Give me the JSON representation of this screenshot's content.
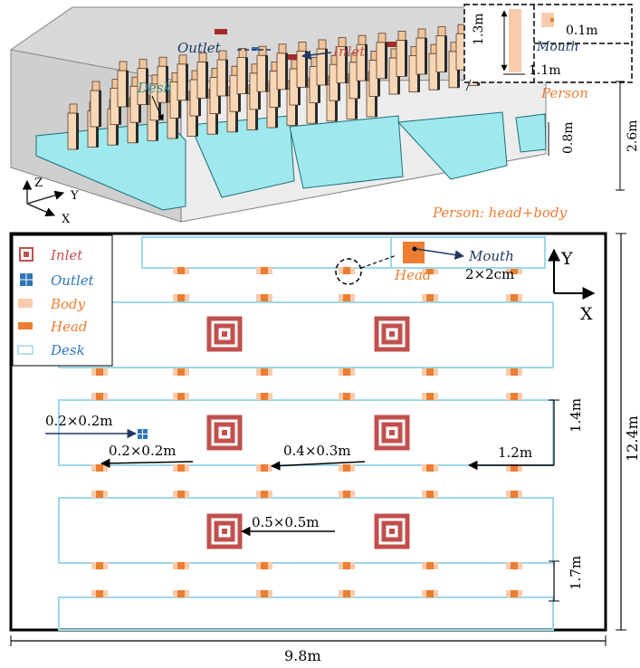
{
  "top_view": {
    "outlet_label": "Outlet",
    "inlet_label": "Inlet",
    "desk_label": "Desk",
    "person_label": "Person",
    "person_caption": "Person: head+body",
    "mouth_label": "Mouth",
    "dim_mouth": "0.1m",
    "dim_person_height": "1.3m",
    "dim_person_width": "1.1m",
    "dim_desk_height": "0.8m",
    "dim_room_height": "2.6m",
    "axis_z": "Z",
    "axis_y": "Y",
    "axis_x": "X"
  },
  "plan_view": {
    "legend": [
      {
        "label": "Inlet",
        "color": "#c0504d",
        "icon": "inlet-icon"
      },
      {
        "label": "Outlet",
        "color": "#2e75b6",
        "icon": "outlet-icon"
      },
      {
        "label": "Body",
        "color": "#f8cbad",
        "icon": "body-icon"
      },
      {
        "label": "Head",
        "color": "#ed7d31",
        "icon": "head-icon"
      },
      {
        "label": "Desk",
        "color": "#9dd8e8",
        "icon": "desk-icon"
      }
    ],
    "head_label": "Head",
    "mouth_label": "Mouth",
    "mouth_size": "2×2cm",
    "outlet_size": "0.2×0.2m",
    "body_size": "0.2×0.2m",
    "head_size": "0.4×0.3m",
    "inlet_size": "0.5×0.5m",
    "desk_gap": "1.2m",
    "row_pitch": "1.4m",
    "row_pitch_2": "1.7m",
    "room_depth": "12.4m",
    "room_width": "9.8m",
    "axis_y": "Y",
    "axis_x": "X"
  },
  "colors": {
    "inlet": "#c0504d",
    "outlet": "#2e75b6",
    "body": "#f8cbad",
    "head": "#ed7d31",
    "desk": "#9dd8e8",
    "label_blue": "#1f3864",
    "label_orange": "#ed7d31"
  }
}
